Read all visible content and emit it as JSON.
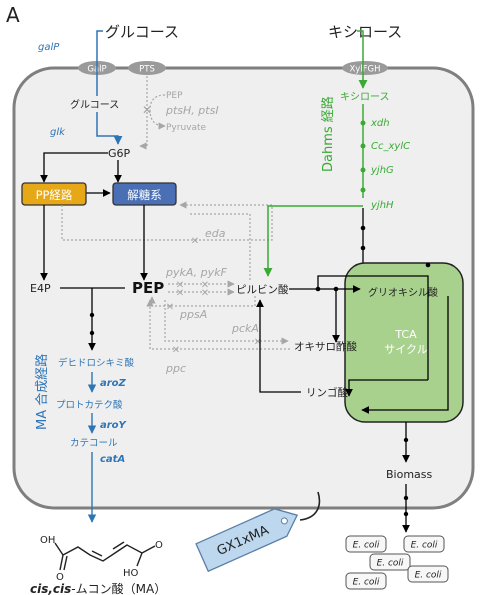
{
  "panel_label": "A",
  "sugars": {
    "glucose": "グルコース",
    "xylose": "キシロース"
  },
  "transporters": {
    "galp": "GalP",
    "pts": "PTS",
    "xylfgh": "XylFGH"
  },
  "glucose_branch": {
    "galP": "galP",
    "glucose_in": "グルコース",
    "glk": "glk",
    "g6p": "G6P",
    "pts_pep": "PEP",
    "pts_genes": "ptsH, ptsI",
    "pts_pyruvate": "Pyruvate"
  },
  "xylose_branch": {
    "xylose_in": "キシロース",
    "xdh": "xdh",
    "cc_xylC": "Cc_xylC",
    "yjhG": "yjhG",
    "yjhH": "yjhH",
    "dahms_label": "Dahms 経路"
  },
  "boxes": {
    "pp": "PP経路",
    "glycolysis": "解糖系",
    "tca_line1": "TCA",
    "tca_line2": "サイクル"
  },
  "metabolites": {
    "e4p": "E4P",
    "pep": "PEP",
    "pyruvate": "ピルビン酸",
    "glyoxylate": "グリオキシル酸",
    "oxaloacetate": "オキサロ酢酸",
    "malate": "リンゴ酸",
    "biomass": "Biomass"
  },
  "deleted_genes": {
    "eda": "eda",
    "pykA_pykF": "pykA, pykF",
    "ppsA": "ppsA",
    "pckA": "pckA",
    "ppc": "ppc"
  },
  "ma_pathway": {
    "dhs": "デヒドロシキミ酸",
    "aroZ": "aroZ",
    "pca": "プロトカテク酸",
    "aroY": "aroY",
    "catechol": "カテコール",
    "catA": "catA",
    "label": "MA 合成経路"
  },
  "product": {
    "name_italic": "cis,cis",
    "name_rest": "-ムコン酸（MA）",
    "oh1": "OH",
    "o1": "O",
    "oh2": "HO",
    "o2": "O"
  },
  "strain_tag": "GX1xMA",
  "ecoli_cells": [
    "E. coli",
    "E. coli",
    "E. coli",
    "E. coli",
    "E. coli"
  ],
  "colors": {
    "blue": "#2e75b6",
    "green": "#3aaa35",
    "grey": "#a6a6a6",
    "pp_fill": "#e6a817",
    "glyco_fill": "#4a6fb5",
    "tca_fill": "#a9d18e",
    "cell_fill": "#efefef",
    "tag_fill": "#bdd7ee"
  }
}
